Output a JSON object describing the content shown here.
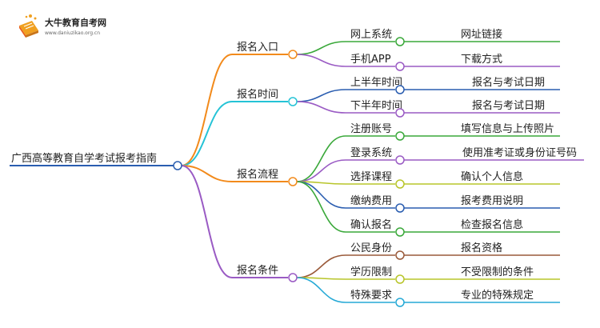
{
  "logo": {
    "name": "大牛教育自考网",
    "url": "www.daniuzikao.org.cn",
    "icon": "book-icon",
    "colors": {
      "book": "#f0a020",
      "cover": "#e85a1a"
    }
  },
  "root": {
    "label": "广西高等教育自学考试报考指南",
    "color": "#2a5db0"
  },
  "branches": [
    {
      "label": "报名入口",
      "color": "#f28a1b",
      "children": [
        {
          "label": "网上系统",
          "color": "#3aa83a",
          "leaf": {
            "label": "网址链接",
            "color": "#3aa83a"
          }
        },
        {
          "label": "手机APP",
          "color": "#9a5bc4",
          "leaf": {
            "label": "下载方式",
            "color": "#9a5bc4"
          }
        }
      ]
    },
    {
      "label": "报名时间",
      "color": "#25c3d6",
      "children": [
        {
          "label": "上半年时间",
          "color": "#2a5db0",
          "leaf": {
            "label": "报名与考试日期",
            "color": "#2a5db0"
          }
        },
        {
          "label": "下半年时间",
          "color": "#9a5bc4",
          "leaf": {
            "label": "报名与考试日期",
            "color": "#9a5bc4"
          }
        }
      ]
    },
    {
      "label": "报名流程",
      "color": "#f28a1b",
      "children": [
        {
          "label": "注册账号",
          "color": "#3aa83a",
          "leaf": {
            "label": "填写信息与上传照片",
            "color": "#3aa83a"
          }
        },
        {
          "label": "登录系统",
          "color": "#9a5bc4",
          "leaf": {
            "label": "使用准考证或身份证号码",
            "color": "#9a5bc4"
          }
        },
        {
          "label": "选择课程",
          "color": "#b8c52a",
          "leaf": {
            "label": "确认个人信息",
            "color": "#b8c52a"
          }
        },
        {
          "label": "缴纳费用",
          "color": "#2a5db0",
          "leaf": {
            "label": "报考费用说明",
            "color": "#2a5db0"
          }
        },
        {
          "label": "确认报名",
          "color": "#3aa83a",
          "leaf": {
            "label": "检查报名信息",
            "color": "#3aa83a"
          }
        }
      ]
    },
    {
      "label": "报名条件",
      "color": "#9a5bc4",
      "children": [
        {
          "label": "公民身份",
          "color": "#9a5a3a",
          "leaf": {
            "label": "报名资格",
            "color": "#9a5a3a"
          }
        },
        {
          "label": "学历限制",
          "color": "#b8c52a",
          "leaf": {
            "label": "不受限制的条件",
            "color": "#b8c52a"
          }
        },
        {
          "label": "特殊要求",
          "color": "#25a9d6",
          "leaf": {
            "label": "专业的特殊规定",
            "color": "#25a9d6"
          }
        }
      ]
    }
  ]
}
